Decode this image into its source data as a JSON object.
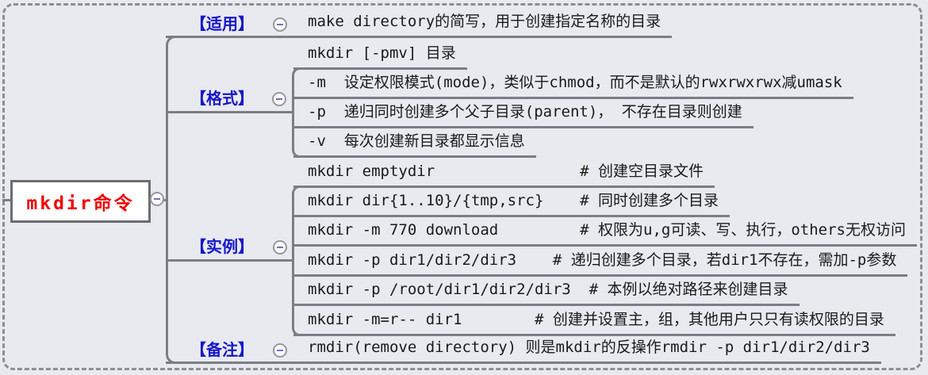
{
  "map": {
    "root": {
      "label": "mkdir命令"
    },
    "branches": [
      {
        "label": "【适用】",
        "children": [
          "make directory的简写，用于创建指定名称的目录"
        ]
      },
      {
        "label": "【格式】",
        "children": [
          "mkdir [-pmv] 目录",
          "-m  设定权限模式(mode)，类似于chmod，而不是默认的rwxrwxrwx减umask",
          "-p  递归同时创建多个父子目录(parent)， 不存在目录则创建",
          "-v  每次创建新目录都显示信息"
        ]
      },
      {
        "label": "【实例】",
        "children": [
          "mkdir emptydir                # 创建空目录文件",
          "mkdir dir{1..10}/{tmp,src}    # 同时创建多个目录",
          "mkdir -m 770 download         # 权限为u,g可读、写、执行，others无权访问",
          "mkdir -p dir1/dir2/dir3    # 递归创建多个目录，若dir1不存在，需加-p参数",
          "mkdir -p /root/dir1/dir2/dir3  # 本例以绝对路径来创建目录",
          "mkdir -m=r-- dir1        # 创建并设置主，组，其他用户只只有读权限的目录"
        ]
      },
      {
        "label": "【备注】",
        "children": [
          "rmdir(remove directory) 则是mkdir的反操作rmdir -p dir1/dir2/dir3"
        ]
      }
    ],
    "colors": {
      "background": "#e8eaf0",
      "line": "#7d7d85",
      "root_text": "#ee0000",
      "root_border": "#6d6d6d",
      "branch_label": "#1717c9",
      "content_text": "#1a1a1a",
      "collapse_minus": "#6f6fc8"
    },
    "icons": {
      "collapse": "minus-circle-icon"
    }
  }
}
